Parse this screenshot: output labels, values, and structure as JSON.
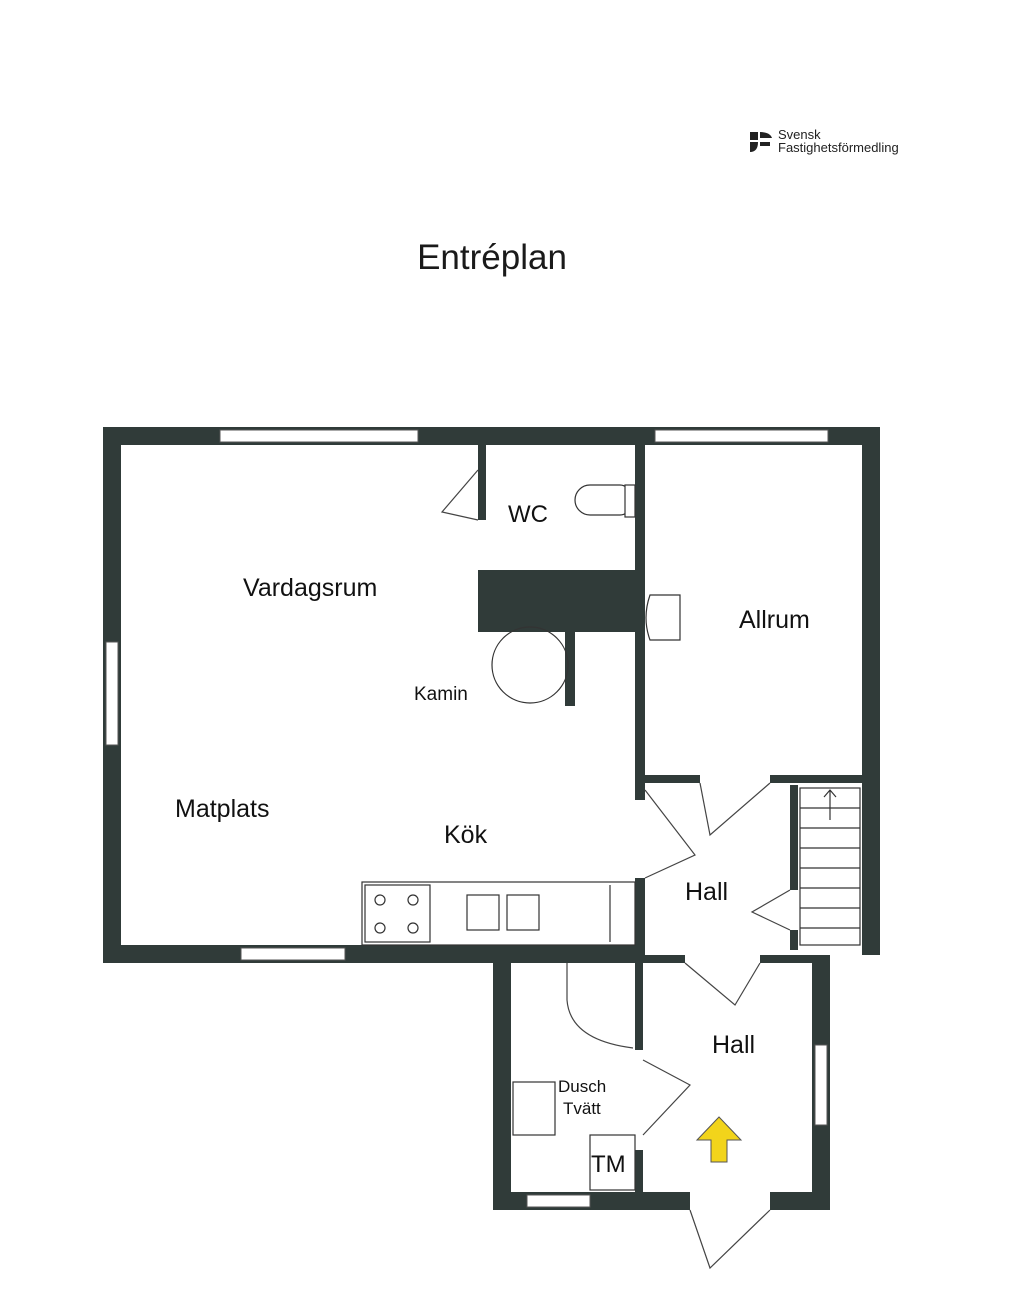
{
  "logo": {
    "line1": "Svensk",
    "line2": "Fastighetsförmedling"
  },
  "title": "Entréplan",
  "rooms": {
    "wc": "WC",
    "vardagsrum": "Vardagsrum",
    "allrum": "Allrum",
    "kamin": "Kamin",
    "matplats": "Matplats",
    "kok": "Kök",
    "hall_upper": "Hall",
    "hall_lower": "Hall",
    "dusch": "Dusch",
    "tvatt": "Tvätt",
    "tm": "TM"
  },
  "colors": {
    "wall": "#303b39",
    "entrance_arrow": "#f2d41b"
  }
}
